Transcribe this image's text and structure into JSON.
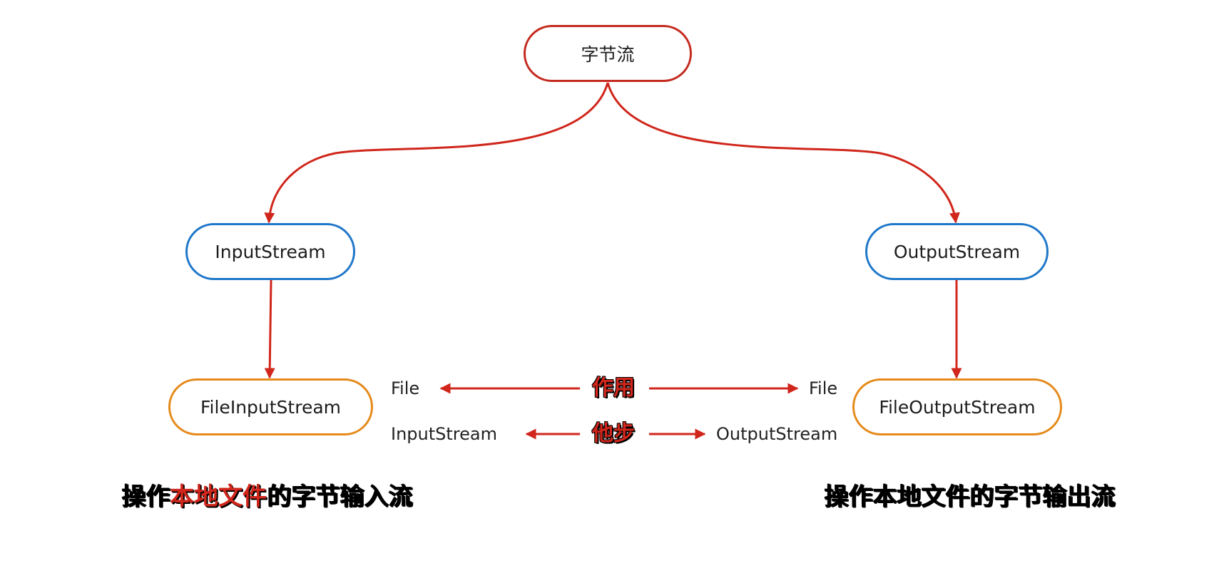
{
  "root": {
    "label": "字节流"
  },
  "left": {
    "base": "InputStream",
    "impl": "FileInputStream",
    "caption": {
      "prefix": "操作",
      "highlight": "本地文件",
      "suffix": "的字节输入流"
    }
  },
  "right": {
    "base": "OutputStream",
    "impl": "FileOutputStream",
    "caption": "操作本地文件的字节输出流"
  },
  "middle": {
    "row1": {
      "left": "File",
      "tag": "作用",
      "right": "File"
    },
    "row2": {
      "left": "InputStream",
      "tag": "他步",
      "right": "OutputStream"
    }
  },
  "colors": {
    "root_border": "#c42a1f",
    "mid_border": "#1f77c9",
    "leaf_border": "#e58a1b",
    "arrow": "#d0261b",
    "highlight": "#d0261b"
  }
}
